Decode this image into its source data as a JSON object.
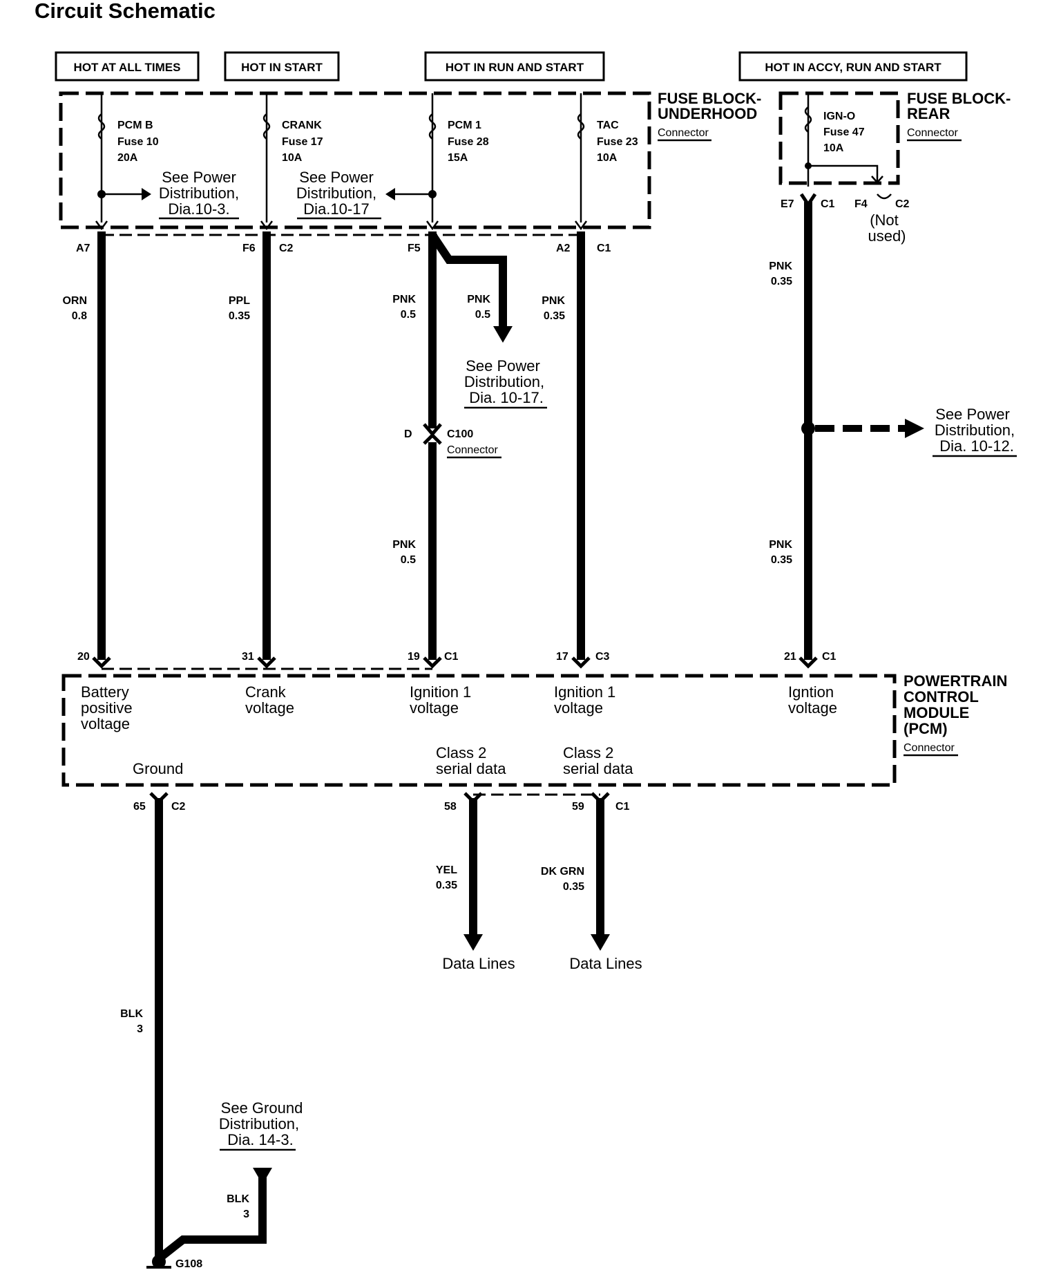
{
  "title": "Circuit Schematic",
  "headers": {
    "hot_all_times": "HOT AT ALL TIMES",
    "hot_in_start": "HOT IN START",
    "hot_run_start": "HOT IN RUN AND START",
    "hot_accy_run_start": "HOT IN ACCY, RUN AND START"
  },
  "fuse_block_underhood": {
    "line1": "FUSE BLOCK-",
    "line2": "UNDERHOOD",
    "connector": "Connector"
  },
  "fuse_block_rear": {
    "line1": "FUSE BLOCK-",
    "line2": "REAR",
    "connector": "Connector"
  },
  "pcm_block": {
    "line1": "POWERTRAIN",
    "line2": "CONTROL",
    "line3": "MODULE",
    "line4": "(PCM)",
    "connector": "Connector"
  },
  "fuses": [
    {
      "name": "PCM B",
      "fuse": "Fuse 10",
      "rating": "20A"
    },
    {
      "name": "CRANK",
      "fuse": "Fuse 17",
      "rating": "10A"
    },
    {
      "name": "PCM 1",
      "fuse": "Fuse 28",
      "rating": "15A"
    },
    {
      "name": "TAC",
      "fuse": "Fuse 23",
      "rating": "10A"
    },
    {
      "name": "IGN-O",
      "fuse": "Fuse 47",
      "rating": "10A"
    }
  ],
  "refs": {
    "power_10_3": {
      "l1": "See Power",
      "l2": "Distribution,",
      "l3": "Dia.10-3."
    },
    "power_10_17a": {
      "l1": "See Power",
      "l2": "Distribution,",
      "l3": "Dia.10-17"
    },
    "power_10_17b": {
      "l1": "See Power",
      "l2": "Distribution,",
      "l3": "Dia. 10-17."
    },
    "power_10_12": {
      "l1": "See Power",
      "l2": "Distribution,",
      "l3": "Dia. 10-12."
    },
    "ground_14_3": {
      "l1": "See Ground",
      "l2": "Distribution,",
      "l3": "Dia. 14-3."
    }
  },
  "pins": {
    "a7": "A7",
    "f6": "F6",
    "c2a": "C2",
    "f5": "F5",
    "a2": "A2",
    "c1a": "C1",
    "e7": "E7",
    "c1b": "C1",
    "f4": "F4",
    "c2b": "C2",
    "p20": "20",
    "p31": "31",
    "p19": "19",
    "c1c": "C1",
    "p17": "17",
    "c3": "C3",
    "p21": "21",
    "c1d": "C1",
    "p65": "65",
    "c2c": "C2",
    "p58": "58",
    "p59": "59",
    "c1e": "C1",
    "d": "D",
    "c100": "C100",
    "c100_conn": "Connector",
    "g108": "G108"
  },
  "not_used": {
    "l1": "(Not",
    "l2": "used)"
  },
  "wires": {
    "orn": {
      "color": "ORN",
      "gauge": "0.8"
    },
    "ppl": {
      "color": "PPL",
      "gauge": "0.35"
    },
    "pnk_main": {
      "color": "PNK",
      "gauge": "0.5"
    },
    "pnk_branch": {
      "color": "PNK",
      "gauge": "0.5"
    },
    "pnk_tac": {
      "color": "PNK",
      "gauge": "0.35"
    },
    "pnk_rear_top": {
      "color": "PNK",
      "gauge": "0.35"
    },
    "pnk_lower": {
      "color": "PNK",
      "gauge": "0.5"
    },
    "pnk_rear_low": {
      "color": "PNK",
      "gauge": "0.35"
    },
    "yel": {
      "color": "YEL",
      "gauge": "0.35"
    },
    "dkgrn": {
      "color": "DK GRN",
      "gauge": "0.35"
    },
    "blk_main": {
      "color": "BLK",
      "gauge": "3"
    },
    "blk_branch": {
      "color": "BLK",
      "gauge": "3"
    }
  },
  "pcm_labels": {
    "battery": {
      "l1": "Battery",
      "l2": "positive",
      "l3": "voltage"
    },
    "crank": {
      "l1": "Crank",
      "l2": "voltage"
    },
    "ign1a": {
      "l1": "Ignition 1",
      "l2": "voltage"
    },
    "ign1b": {
      "l1": "Ignition 1",
      "l2": "voltage"
    },
    "ign": {
      "l1": "Igntion",
      "l2": "voltage"
    },
    "class2a": {
      "l1": "Class 2",
      "l2": "serial data"
    },
    "class2b": {
      "l1": "Class 2",
      "l2": "serial data"
    },
    "ground": "Ground"
  },
  "data_lines": {
    "a": "Data Lines",
    "b": "Data Lines"
  }
}
